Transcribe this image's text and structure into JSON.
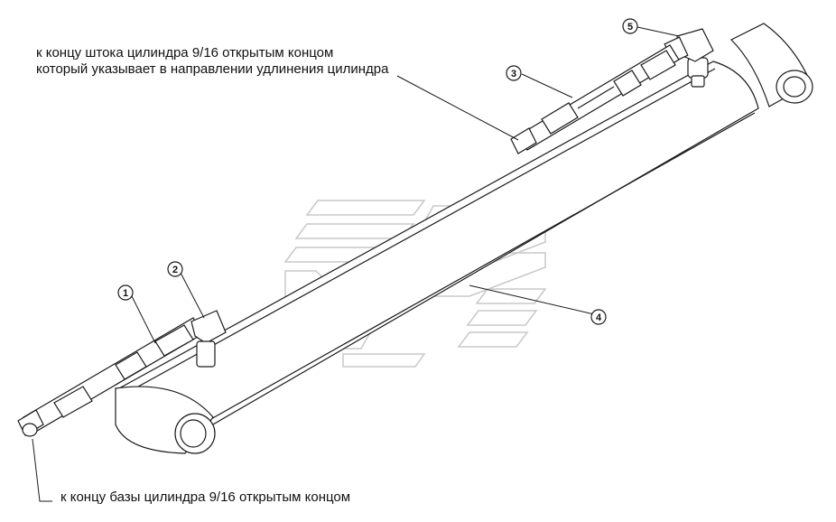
{
  "annotations": {
    "rod_end_line1": "к концу штока цилиндра 9/16 открытым концом",
    "rod_end_line2": "который указывает в направлении удлинения цилиндра",
    "base_end": "к  концу базы цилиндра 9/16 открытым концом"
  },
  "callouts": [
    "1",
    "2",
    "3",
    "4",
    "5"
  ],
  "colors": {
    "line": "#1a1a1a",
    "watermark": "#c8c8c8",
    "background": "#ffffff"
  }
}
